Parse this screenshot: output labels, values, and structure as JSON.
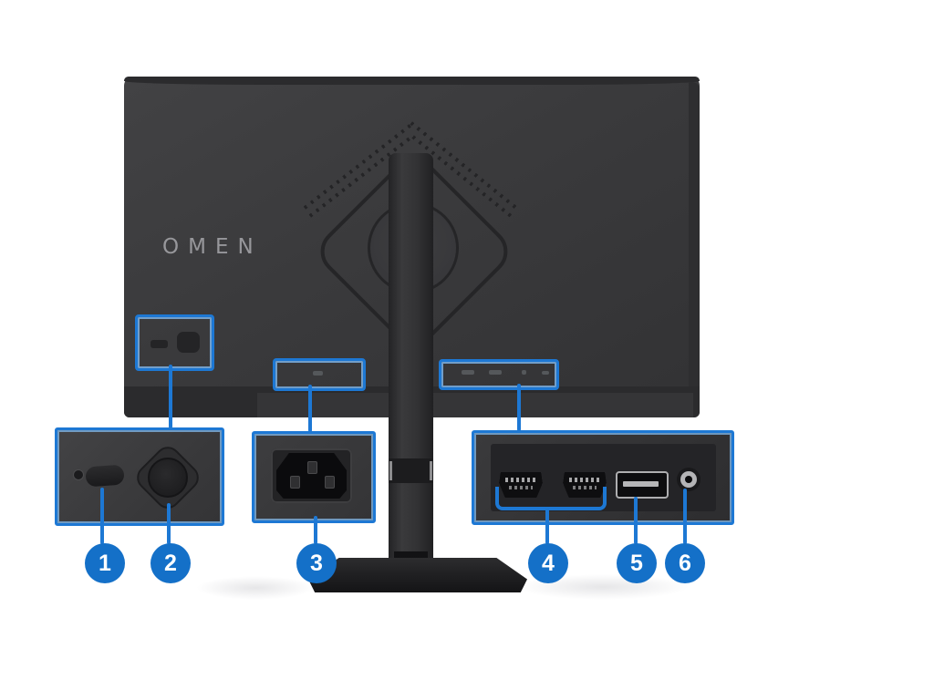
{
  "canvas": {
    "background": "#ffffff"
  },
  "colors": {
    "accent_blue": "#1d78d4",
    "callout_circle_blue": "#1470c8",
    "monitor_body": "#3a3a3c"
  },
  "monitor": {
    "brand": "OMEN"
  },
  "callouts": [
    {
      "number": "1",
      "target": "power-light-icon"
    },
    {
      "number": "2",
      "target": "joystick-button-icon"
    },
    {
      "number": "3",
      "target": "power-connector-icon"
    },
    {
      "number": "4",
      "target": "hdmi-ports-icon"
    },
    {
      "number": "5",
      "target": "displayport-icon"
    },
    {
      "number": "6",
      "target": "audio-out-jack-icon"
    }
  ]
}
